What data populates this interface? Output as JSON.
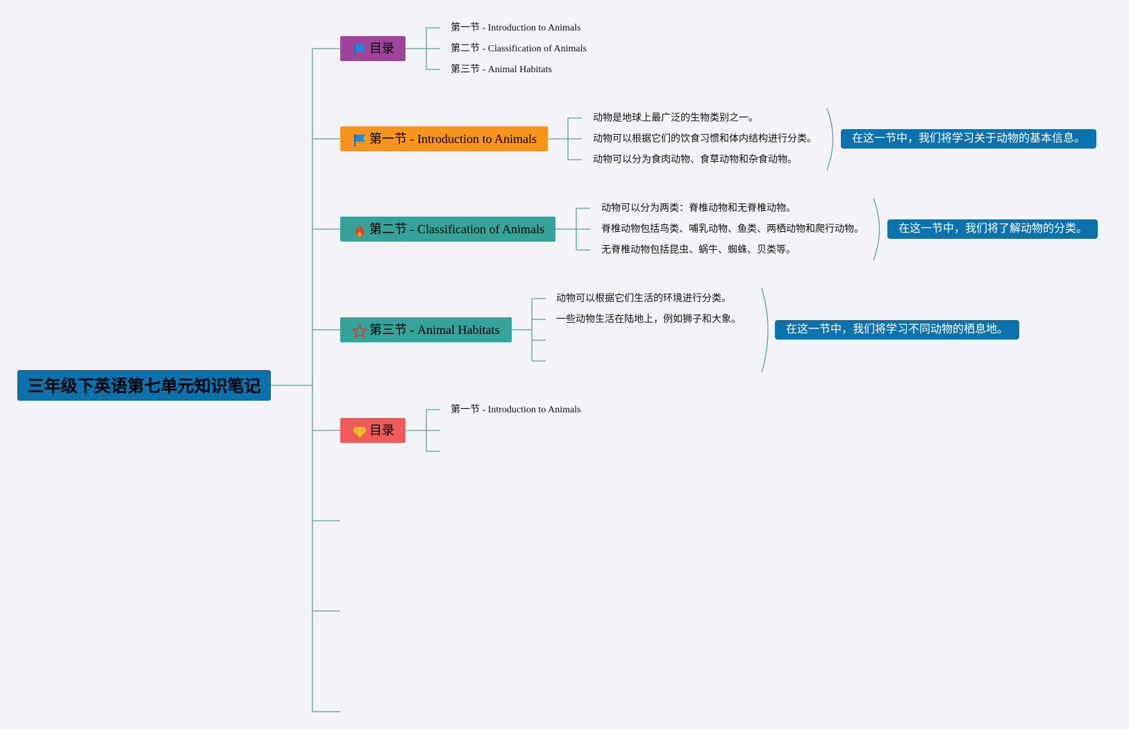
{
  "root": {
    "label": "三年级下英语第七单元知识笔记",
    "color": "#0b72ad"
  },
  "topics": [
    {
      "label": "目录",
      "icon": "blue-flag-icon",
      "color": "#a0439a",
      "leaves": [
        "第一节 - Introduction to Animals",
        "第二节 - Classification of Animals",
        "第三节 - Animal Habitats"
      ]
    },
    {
      "label": "第一节 - Introduction to Animals",
      "icon": "blue-flag-icon",
      "color": "#f7941d",
      "leaves": [
        "动物是地球上最广泛的生物类别之一。",
        "动物可以根据它们的饮食习惯和体内结构进行分类。",
        "动物可以分为食肉动物、食草动物和杂食动物。"
      ],
      "summary": "在这一节中，我们将学习关于动物的基本信息。"
    },
    {
      "label": "第二节 - Classification of Animals",
      "icon": "fire-icon",
      "color": "#36a39a",
      "leaves": [
        "动物可以分为两类：脊椎动物和无脊椎动物。",
        "脊椎动物包括鸟类、哺乳动物、鱼类、两栖动物和爬行动物。",
        "无脊椎动物包括昆虫、蜗牛、蜘蛛、贝类等。"
      ],
      "summary": "在这一节中，我们将了解动物的分类。"
    },
    {
      "label": "第三节 - Animal Habitats",
      "icon": "star-outline-icon",
      "color": "#36a39a",
      "leaves": [
        "动物可以根据它们生活的环境进行分类。",
        "一些动物生活在陆地上，例如狮子和大象。"
      ],
      "summary": "在这一节中，我们将学习不同动物的栖息地。"
    },
    {
      "label": "目录",
      "icon": "diamond-icon",
      "color": "#ef5a5a",
      "leaves": [
        "第一节 - Introduction to Animals"
      ]
    }
  ],
  "colors": {
    "connector": "#5f9e96",
    "summary_bg": "#0b72ad"
  }
}
